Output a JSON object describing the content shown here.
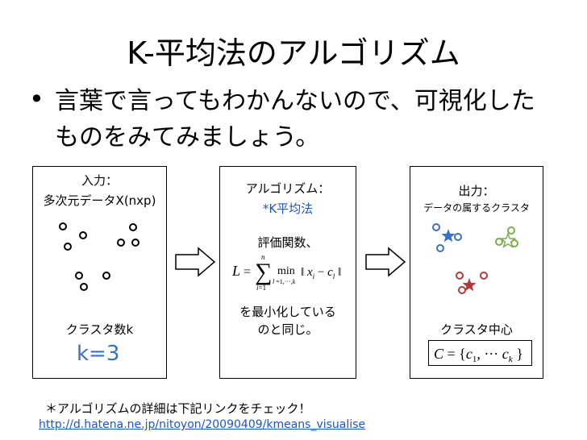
{
  "title": "K-平均法のアルゴリズム",
  "bullet": {
    "line1": "言葉で言ってもわかんないので、可視化した",
    "line2": "ものをみてみましょう。"
  },
  "input_panel": {
    "label": "入力：",
    "sublabel": "多次元データX(nxp)",
    "cluster_label": "クラスタ数k",
    "k_value": "k=3"
  },
  "algorithm_panel": {
    "label": "アルゴリズム：",
    "method": "*K平均法",
    "eval_label": "評価関数、",
    "minimize_line1": "を最小化している",
    "minimize_line2": "のと同じ。"
  },
  "output_panel": {
    "label": "出力：",
    "sublabel": "データの属するクラスタ",
    "center_label": "クラスタ中心"
  },
  "footer": {
    "note": "＊アルゴリズムの詳細は下記リンクをチェック！",
    "link": "http://d.hatena.ne.jp/nitoyon/20090409/kmeans_visualise"
  },
  "colors": {
    "blue": "#3b6fbf",
    "green": "#77b04a",
    "red": "#b03a3a",
    "link": "#1a56c7"
  }
}
